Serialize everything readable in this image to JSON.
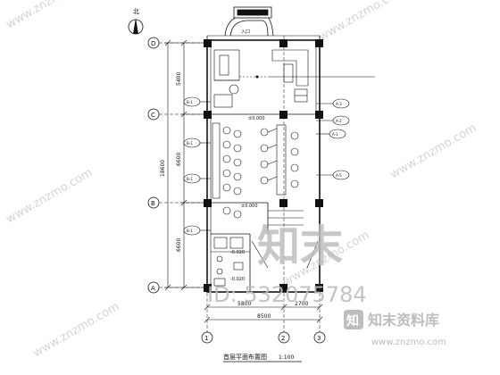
{
  "plan": {
    "north_label": "北",
    "title": "首层平面布置图",
    "scale": "1:100",
    "top_label": "入口",
    "grid_rows": [
      "D",
      "C",
      "B",
      "A"
    ],
    "grid_cols": [
      "1",
      "2",
      "3"
    ],
    "dims_left": [
      "5400",
      "6600",
      "6600"
    ],
    "dim_left_total": "18600",
    "dims_bottom": [
      "5800",
      "2700"
    ],
    "dim_bottom_total": "8500",
    "elevations": [
      "±0.000",
      "±0.000",
      "-0.020",
      "-0.020"
    ],
    "tags_left": [
      "B-1",
      "B-1",
      "B-1",
      "B-1"
    ],
    "tags_right": [
      "A-3",
      "A-2",
      "A-1",
      "A-5"
    ]
  },
  "watermark": {
    "brand": "知末",
    "site": "知末资料库",
    "url": "www.znzmo.com",
    "id_text": "ID: 532075784"
  },
  "colors": {
    "line": "#111111",
    "watermark": "#bdbdbd"
  }
}
